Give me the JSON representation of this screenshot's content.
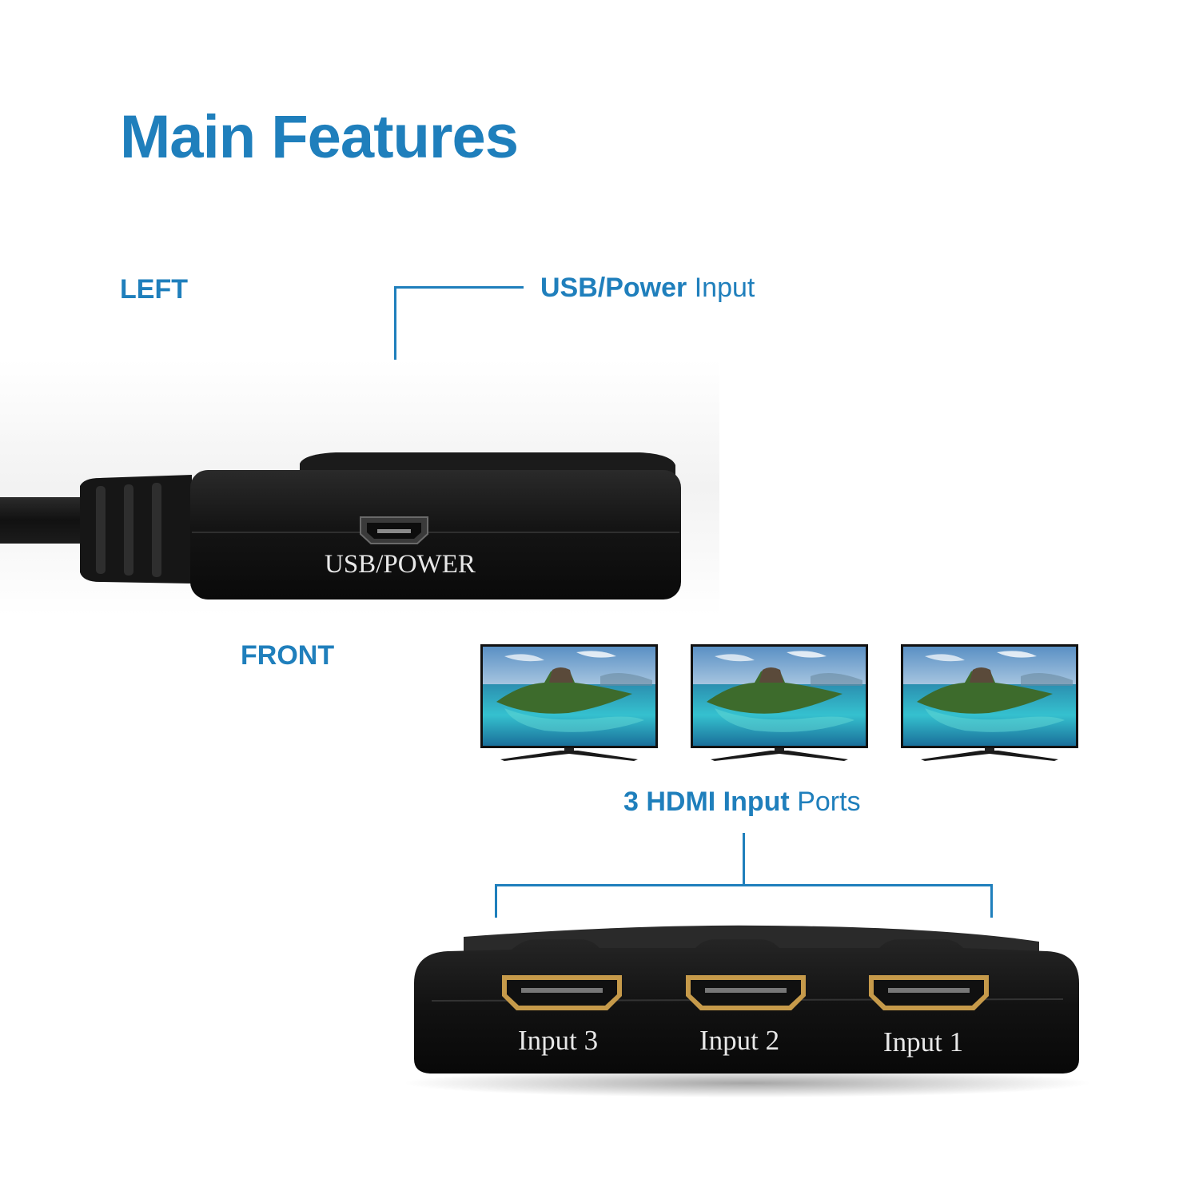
{
  "page": {
    "title": "Main Features",
    "accent_color": "#1f7fbc"
  },
  "left_view": {
    "label": "LEFT",
    "callout_bold": "USB/Power",
    "callout_rest": " Input",
    "device_port_label": "USB/POWER",
    "port_icon": "mini-usb-port-icon"
  },
  "front_view": {
    "label": "FRONT",
    "callout_bold": "3 HDMI Input",
    "callout_rest": " Ports",
    "ports": [
      {
        "label": "Input 3",
        "icon": "hdmi-port-icon"
      },
      {
        "label": "Input 2",
        "icon": "hdmi-port-icon"
      },
      {
        "label": "Input 1",
        "icon": "hdmi-port-icon"
      }
    ],
    "displays": [
      {
        "icon": "tv-icon"
      },
      {
        "icon": "tv-icon"
      },
      {
        "icon": "tv-icon"
      }
    ]
  }
}
